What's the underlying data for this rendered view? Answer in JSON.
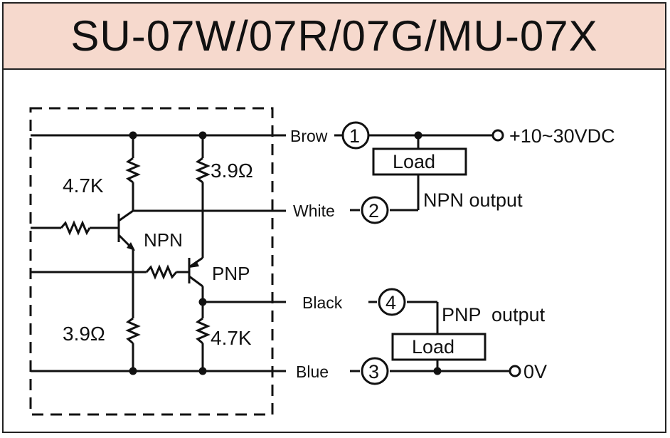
{
  "title": "SU-07W/07R/07G/MU-07X",
  "wires": {
    "brown": "Brow",
    "white": "White",
    "black": "Black",
    "blue": "Blue"
  },
  "terminals": {
    "t1": "1",
    "t2": "2",
    "t3": "3",
    "t4": "4"
  },
  "resistors": {
    "r_top_left": "4.7K",
    "r_top_right": "3.9Ω",
    "r_bottom_left": "3.9Ω",
    "r_bottom_right": "4.7K"
  },
  "transistors": {
    "npn": "NPN",
    "pnp": "PNP"
  },
  "loads": {
    "npn_load": "Load",
    "pnp_load": "Load"
  },
  "outputs": {
    "supply": "+10~30VDC",
    "npn_output": "NPN output",
    "pnp_output": "PNP  output",
    "ground": "0V"
  },
  "colors": {
    "title_bg": "#f6d9cd",
    "line": "#111111"
  }
}
